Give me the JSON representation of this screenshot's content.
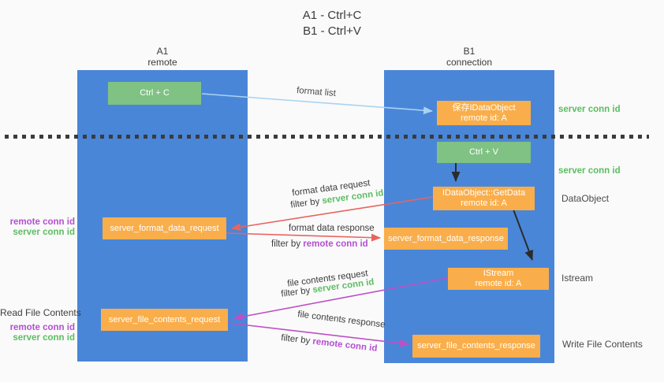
{
  "title": {
    "line1": "A1 - Ctrl+C",
    "line2": "B1 - Ctrl+V"
  },
  "lifelines": {
    "a1": {
      "name": "A1",
      "subtitle": "remote"
    },
    "b1": {
      "name": "B1",
      "subtitle": "connection"
    }
  },
  "nodes": {
    "ctrl_c": {
      "label": "Ctrl + C"
    },
    "ctrl_v": {
      "label": "Ctrl + V"
    },
    "save_idataobject": {
      "line1": "保存IDataObject",
      "line2": "remote id: A"
    },
    "idataobject_getdata": {
      "line1": "IDataObject::GetData",
      "line2": "remote id: A"
    },
    "server_format_data_request": {
      "label": "server_format_data_request"
    },
    "server_format_data_response": {
      "label": "server_format_data_response"
    },
    "istream": {
      "line1": "IStream",
      "line2": "remote id: A"
    },
    "server_file_contents_request": {
      "label": "server_file_contents_request"
    },
    "server_file_contents_response": {
      "label": "server_file_contents_response"
    }
  },
  "left_annotations": {
    "remote_conn_id_1": "remote conn id",
    "server_conn_id_1": "server conn id",
    "read_file_contents": "Read File Contents",
    "remote_conn_id_2": "remote conn id",
    "server_conn_id_2": "server conn id"
  },
  "right_annotations": {
    "server_conn_id_top": "server conn id",
    "server_conn_id_mid": "server conn id",
    "dataobject": "DataObject",
    "istream": "Istream",
    "write_file_contents": "Write File Contents"
  },
  "edge_labels": {
    "format_list": "format list",
    "format_data_request": "format data request",
    "format_data_response": "format data response",
    "file_contents_request": "file contents request",
    "file_contents_response": "file contents response",
    "filter_prefix": "filter by ",
    "filter_server": "server conn id",
    "filter_remote": "remote conn id"
  },
  "colors": {
    "lifeline_blue": "#4a86d8",
    "node_orange": "#f9ae4b",
    "node_green": "#7fc284",
    "accent_green": "#5cbd62",
    "accent_purple": "#b44fd1",
    "arrow_red": "#e8645f",
    "arrow_magenta": "#bd50c5",
    "arrow_lightblue": "#a9d3f2",
    "arrow_black": "#2b2b2b"
  }
}
